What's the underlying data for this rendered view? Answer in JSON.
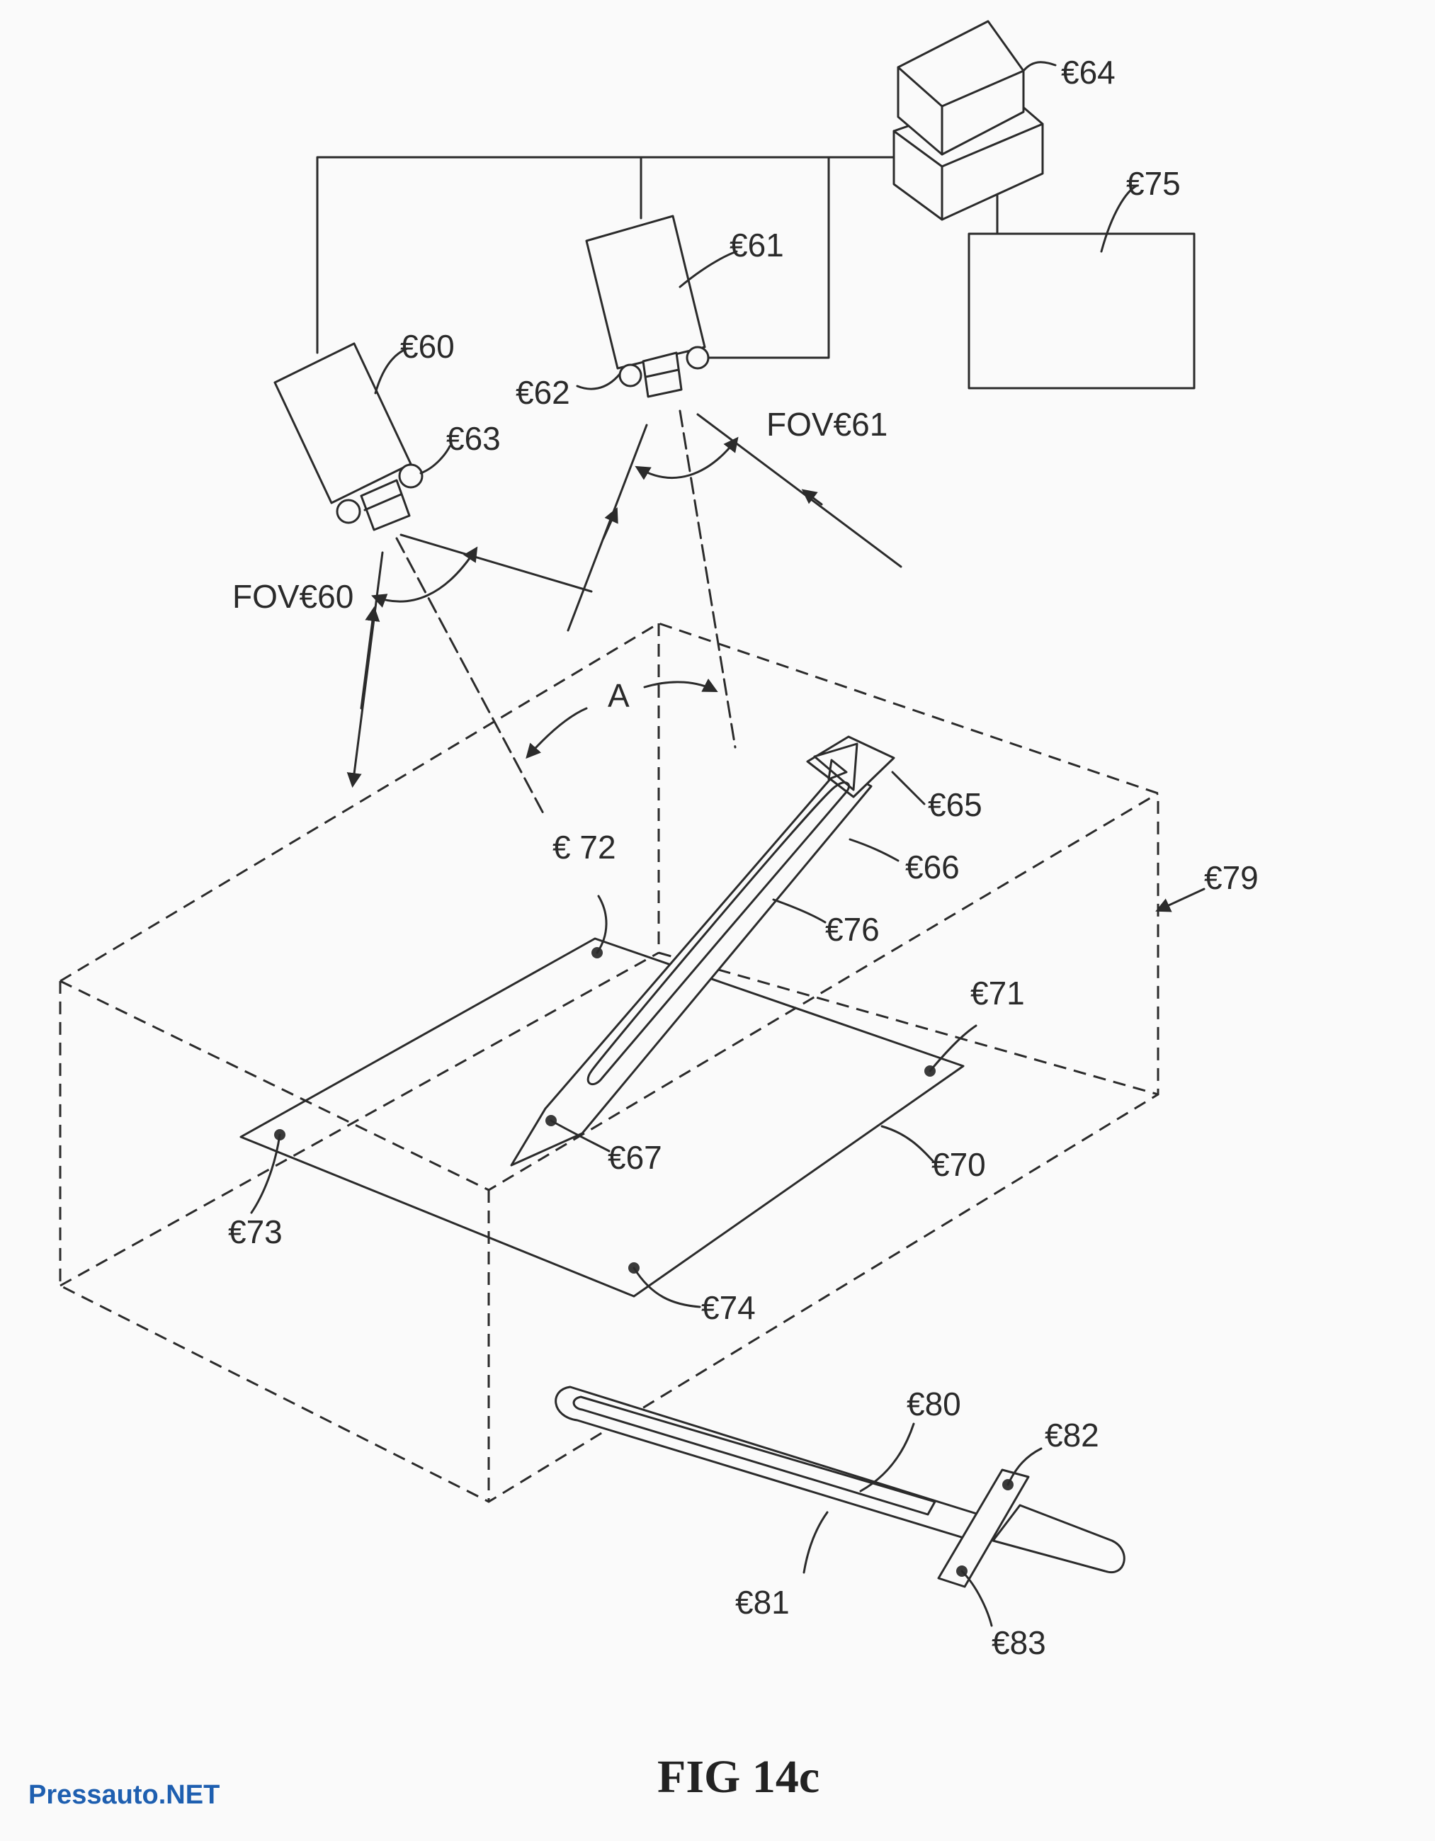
{
  "figure": {
    "caption": "FIG 14c",
    "watermark": "Pressauto.NET"
  },
  "labels": {
    "c60": "€60",
    "c61": "€61",
    "c62": "€62",
    "c63": "€63",
    "c64": "€64",
    "c65": "€65",
    "c66": "€66",
    "c67": "€67",
    "c70": "€70",
    "c71": "€71",
    "c72": "€ 72",
    "c73": "€73",
    "c74": "€74",
    "c75": "€75",
    "c76": "€76",
    "c79": "€79",
    "c80": "€80",
    "c81": "€81",
    "c82": "€82",
    "c83": "€83",
    "fov60": "FOV€60",
    "fov61": "FOV€61",
    "angle_a": "A"
  }
}
